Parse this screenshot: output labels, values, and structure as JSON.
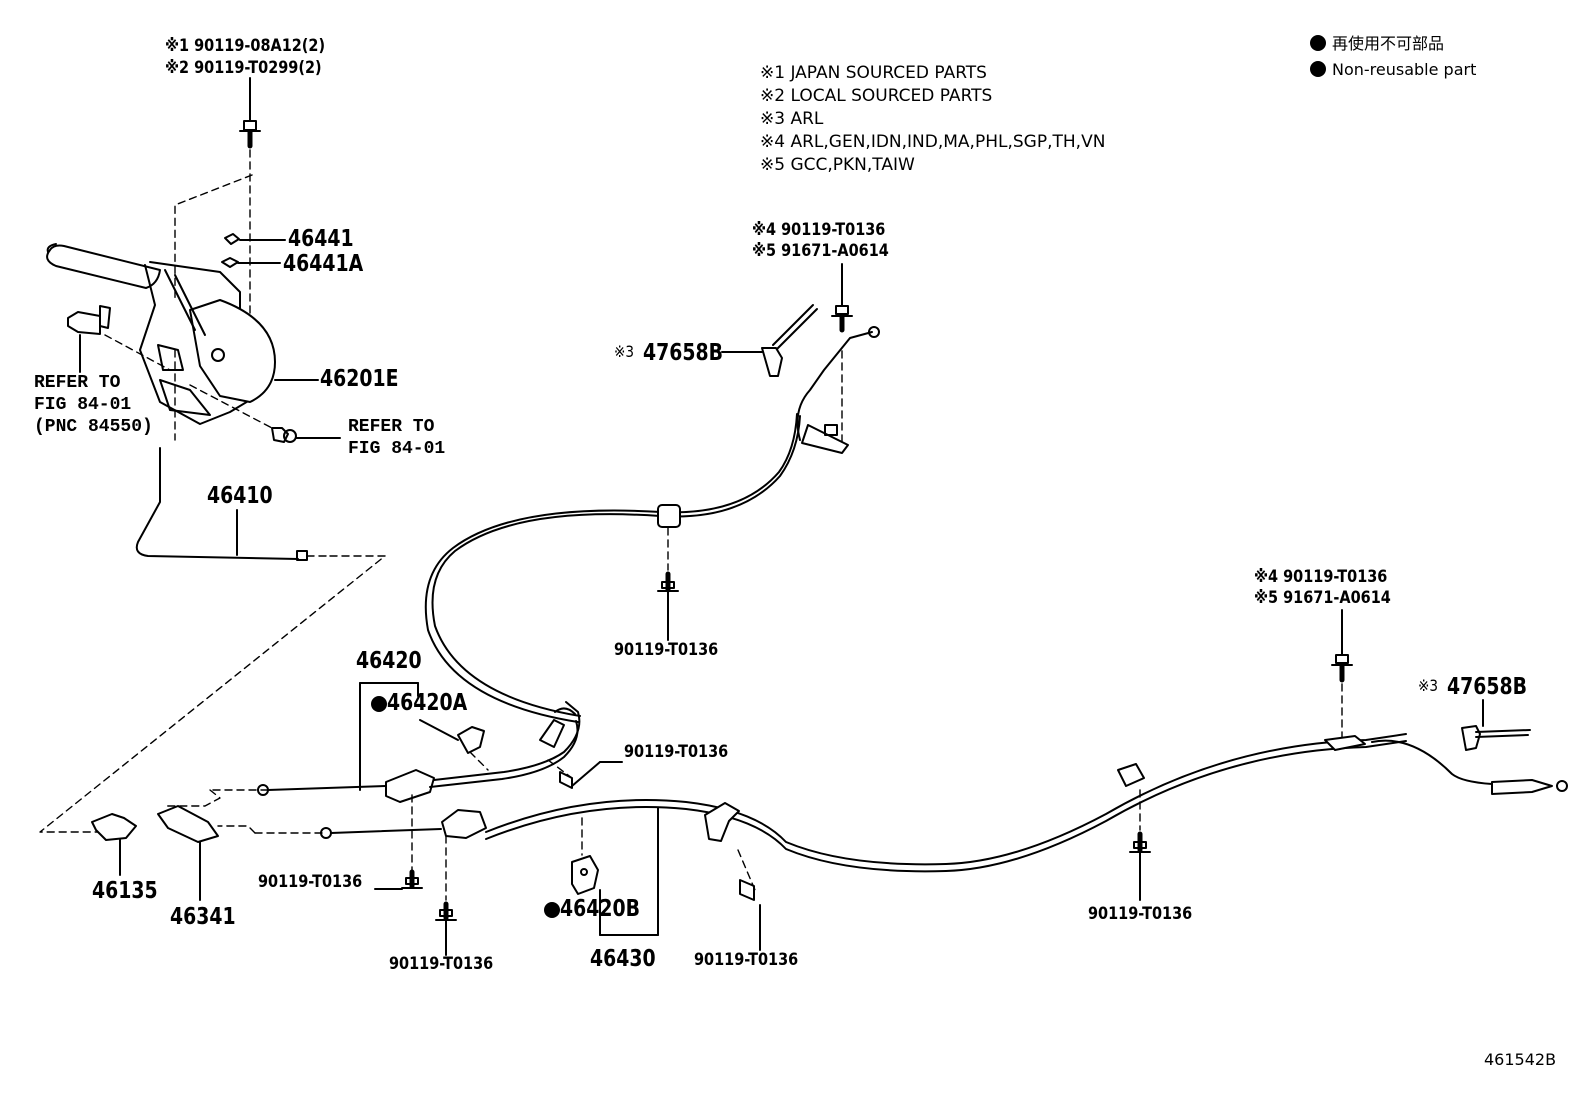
{
  "notes": [
    "※1 JAPAN SOURCED PARTS",
    "※2 LOCAL SOURCED PARTS",
    "※3 ARL",
    "※4 ARL,GEN,IDN,IND,MA,PHL,SGP,TH,VN",
    "※5 GCC,PKN,TAIW"
  ],
  "legend": {
    "jp": "再使用不可部品",
    "en": "Non-reusable part"
  },
  "labels": {
    "bolt_top_1": "※1 90119-08A12(2)",
    "bolt_top_2": "※2 90119-T0299(2)",
    "p46441": "46441",
    "p46441A": "46441A",
    "p46201E": "46201E",
    "refer_a": "REFER TO\nFIG 84-01\n(PNC 84550)",
    "refer_b": "REFER TO\nFIG 84-01",
    "p46410": "46410",
    "p47658B_a_mark": "※3",
    "p47658B_a": "47658B",
    "bolt_mid_1": "※4 90119-T0136",
    "bolt_mid_2": "※5 91671-A0614",
    "bolt_90119_a": "90119-T0136",
    "p46420": "46420",
    "p46420A": "46420A",
    "bolt_90119_b": "90119-T0136",
    "bolt_90119_c": "90119-T0136",
    "bolt_90119_d": "90119-T0136",
    "p46420B": "46420B",
    "p46430": "46430",
    "bolt_90119_e": "90119-T0136",
    "p46135": "46135",
    "p46341": "46341",
    "bolt_right_1": "※4 90119-T0136",
    "bolt_right_2": "※5 91671-A0614",
    "p47658B_b_mark": "※3",
    "p47658B_b": "47658B",
    "bolt_90119_f": "90119-T0136",
    "illustration_no": "461542B"
  }
}
